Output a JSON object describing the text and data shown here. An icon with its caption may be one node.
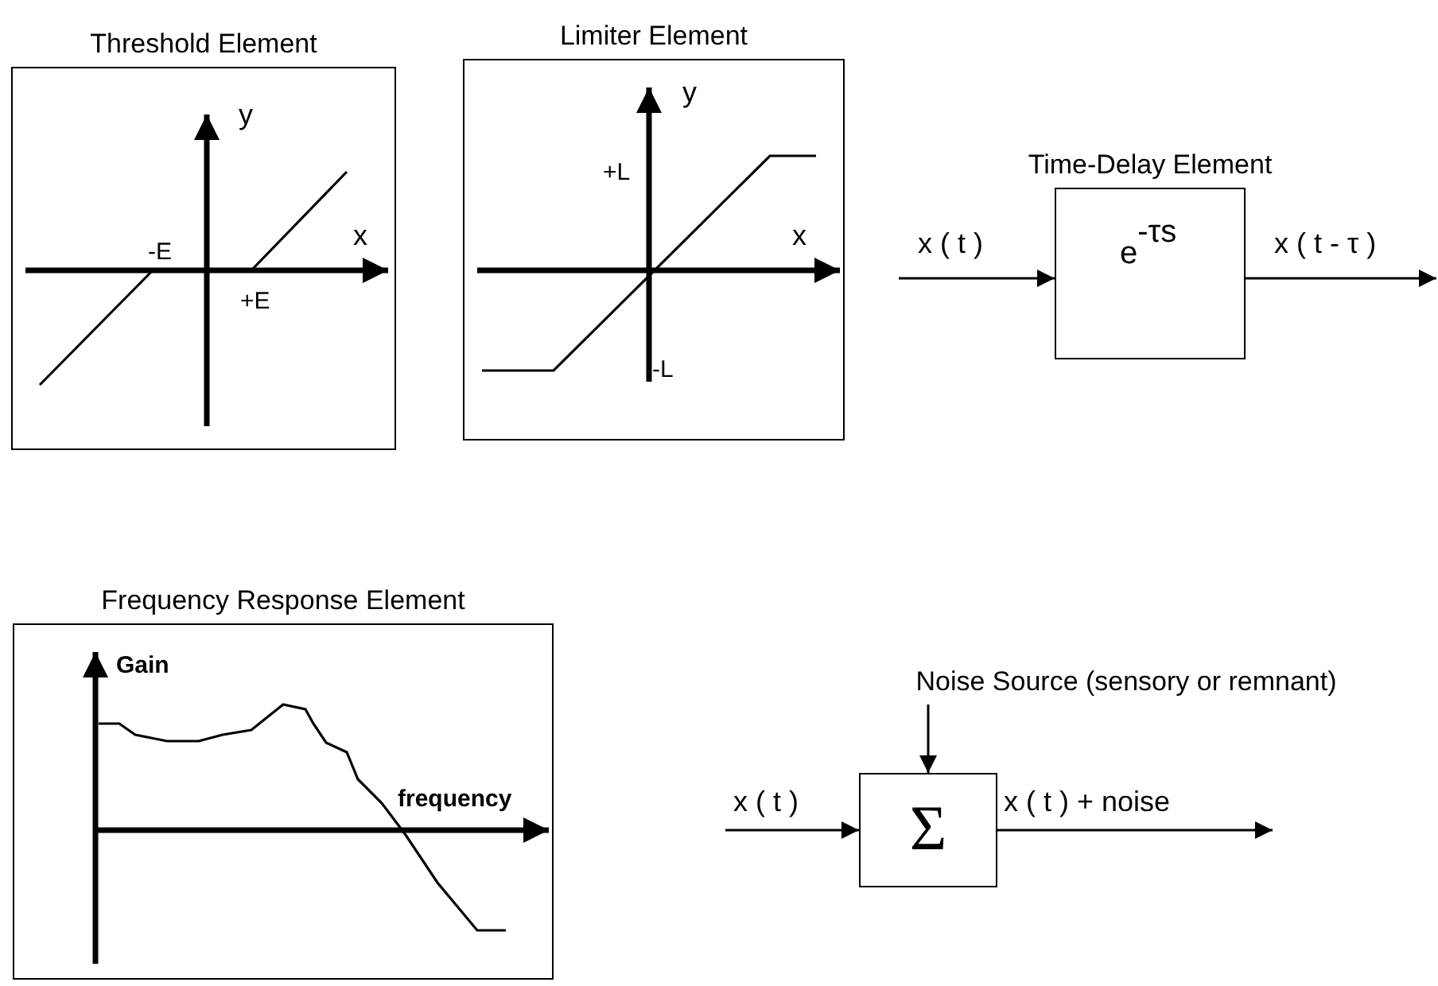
{
  "diagram": {
    "nodes": [
      {
        "text": [
          "Threshold Element"
        ]
      },
      {
        "text": [
          "Limiter Element"
        ]
      },
      {
        "text": [
          "Time-Delay Element",
          "e$^{-τs}$"
        ]
      },
      {
        "text": [
          "Frequency Response Element"
        ]
      },
      {
        "text": [
          "Noise Source (sensory or remnant)"
        ]
      },
      {
        "text": [
          "Σ"
        ]
      }
    ],
    "edges": [
      {
        "from": null,
        "to": 2,
        "arrow": "to",
        "label": "x ( t )"
      },
      {
        "from": 2,
        "to": null,
        "arrow": "to",
        "label": "x ( t - τ )"
      },
      {
        "from": 4,
        "to": 5,
        "arrow": "to"
      },
      {
        "from": null,
        "to": 5,
        "arrow": "to",
        "label": "x ( t )"
      },
      {
        "from": 5,
        "to": null,
        "arrow": "to",
        "label": "x ( t ) + noise"
      }
    ],
    "labels": [
      "y",
      "x",
      "-E",
      "+E",
      "y",
      "+L",
      "x",
      "-L",
      "Gain",
      "frequency"
    ]
  }
}
